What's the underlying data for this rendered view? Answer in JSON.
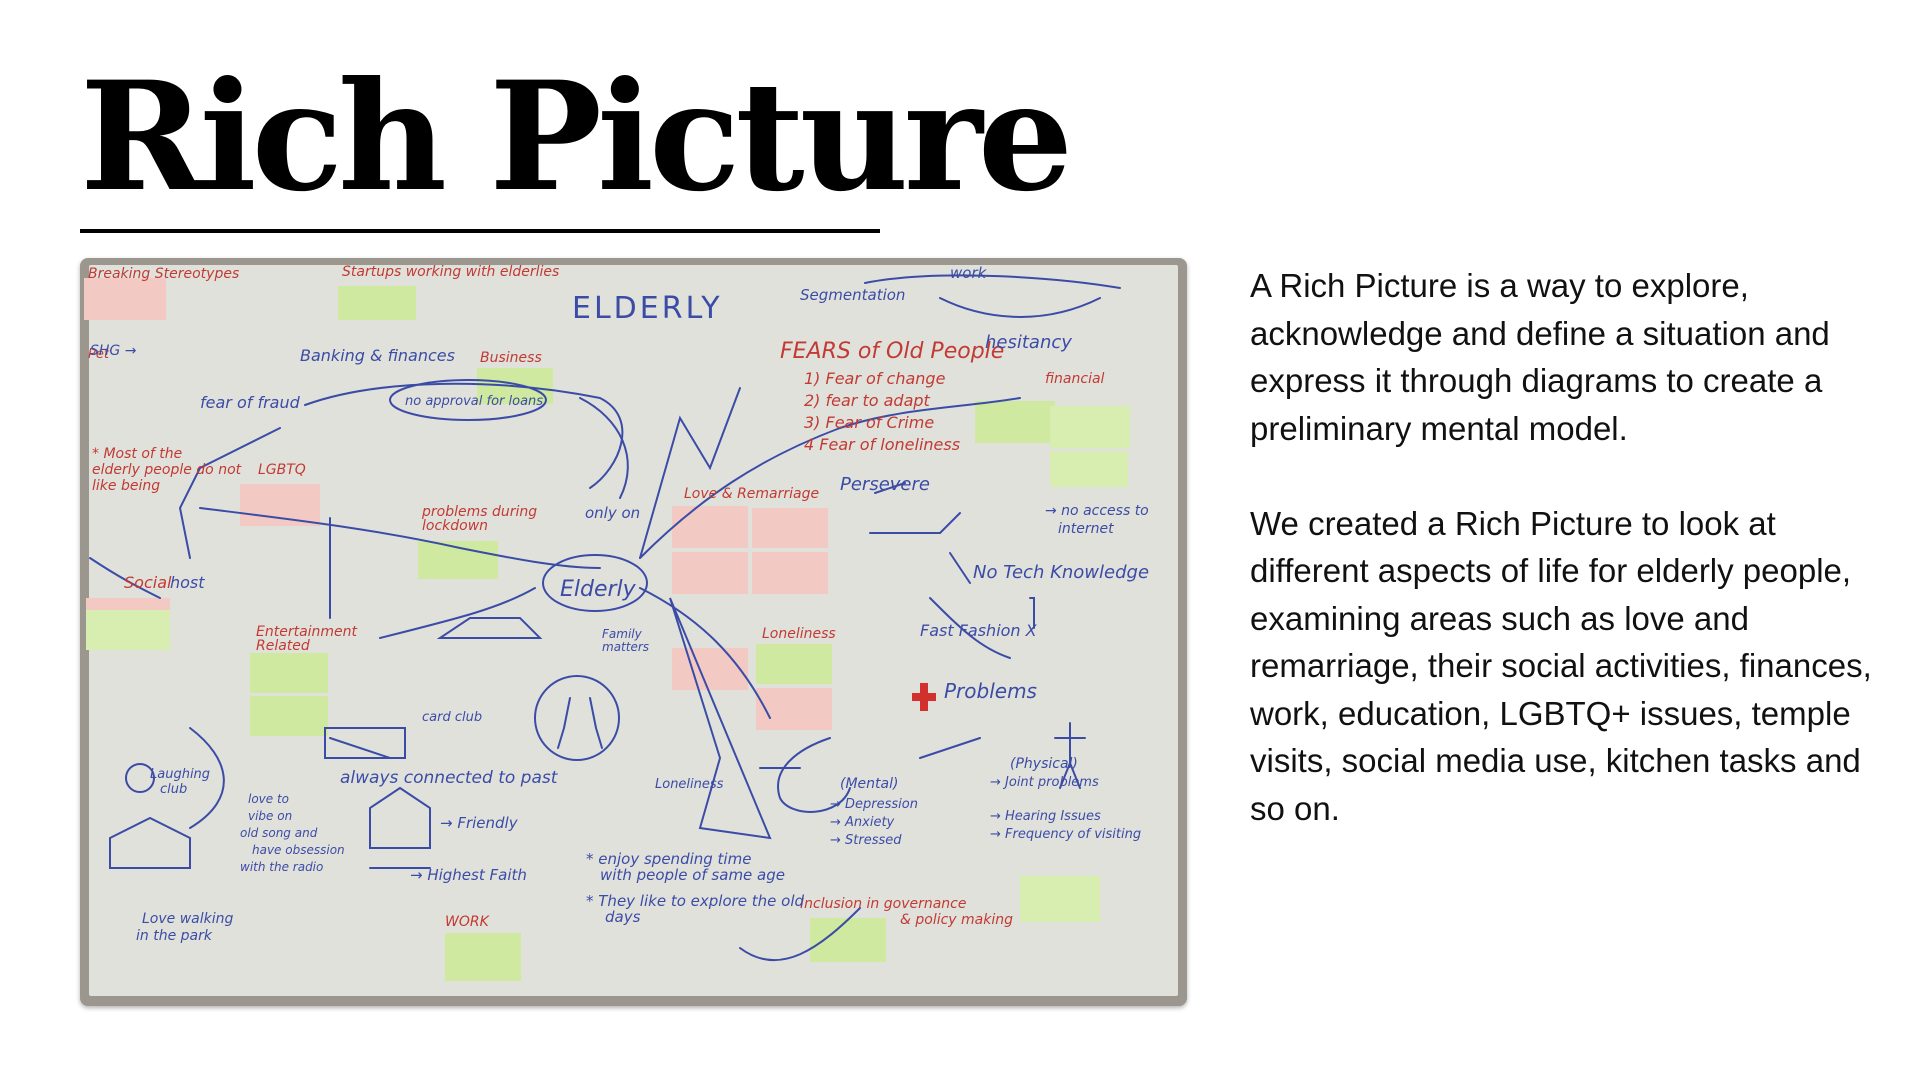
{
  "slide": {
    "title": "Rich Picture",
    "paragraphs": [
      "A Rich Picture is a way to explore, acknowledge and define a situation and express it through diagrams to create a preliminary mental model.",
      "We created a Rich Picture to look at different aspects of life for elderly people, examining areas such as love and remarriage, their social activities, finances, work, education, LGBTQ+ issues, temple visits, social media use, kitchen tasks and so on."
    ]
  },
  "whiteboard": {
    "labels": [
      "Breaking Stereotypes",
      "Startups working with elderlies",
      "ELDERLY",
      "Segmentation",
      "work",
      "FEARS of Old People",
      "1) Fear of change",
      "2) fear to adapt",
      "3) Fear of Crime",
      "4 Fear of loneliness",
      "hesitancy",
      "financial",
      "Banking & finances",
      "Business",
      "fear of fraud",
      "no approval for loans",
      "* Most of the elderly people do not like being",
      "LGBTQ",
      "problems during lockdown",
      "only on",
      "Love & Remarriage",
      "Persevere",
      "→ no access to internet",
      "No Tech Knowledge",
      "Social",
      "Elderly",
      "Entertainment Related",
      "Family matters",
      "Loneliness",
      "Fast Fashion X",
      "Problems",
      "card club",
      "always connected to past",
      "love to vibe on old song and have obsession with the radio",
      "→ Friendly",
      "→ Highest Faith",
      "Loneliness",
      "(Mental)",
      "→ Depression",
      "→ Anxiety",
      "→ Stressed",
      "(Physical)",
      "→ Joint problems",
      "→ Hearing Issues",
      "→ Frequency of visiting",
      "Love walking in the park",
      "Laughing club",
      "* enjoy spending time with people of same age",
      "* They like to explore the old days",
      "Inclusion in governance & policy making",
      "WORK"
    ]
  }
}
